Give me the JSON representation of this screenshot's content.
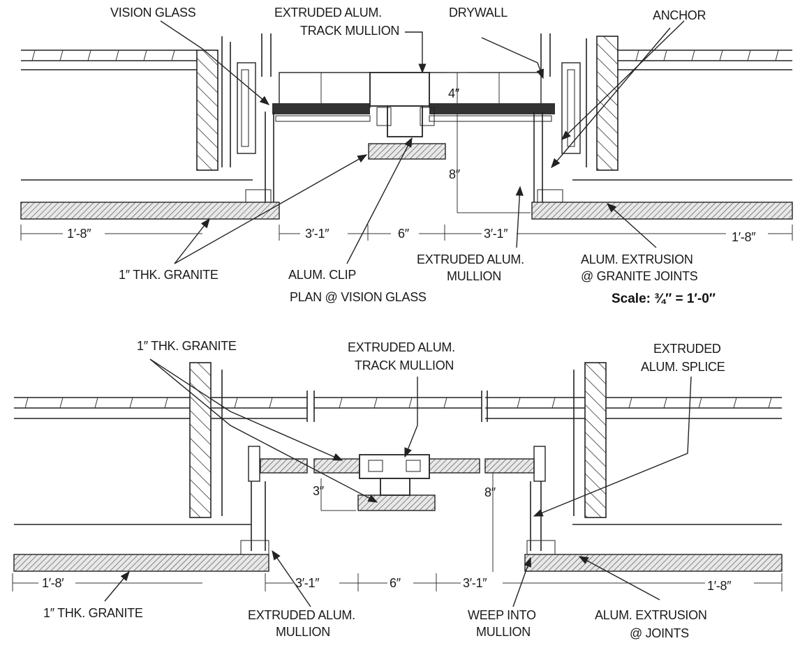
{
  "top": {
    "labels": {
      "vision_glass": "VISION GLASS",
      "track_mullion_1": "EXTRUDED ALUM.",
      "track_mullion_2": "TRACK MULLION",
      "drywall": "DRYWALL",
      "anchor": "ANCHOR",
      "granite": "1″ THK. GRANITE",
      "clip": "ALUM. CLIP",
      "mullion_1": "EXTRUDED ALUM.",
      "mullion_2": "MULLION",
      "extrusion_1": "ALUM. EXTRUSION",
      "extrusion_2": "@ GRANITE JOINTS",
      "title": "PLAN @ VISION GLASS",
      "scale": "Scale:  ¾″ = 1′-0″"
    },
    "dims": {
      "left": "1′-8″",
      "mid_left": "3′-1″",
      "center": "6″",
      "mid_right": "3′-1″",
      "right": "1′-8″",
      "depth_a": "4″",
      "depth_b": "8″"
    }
  },
  "bottom": {
    "labels": {
      "granite_top": "1″ THK. GRANITE",
      "track_mullion_1": "EXTRUDED ALUM.",
      "track_mullion_2": "TRACK MULLION",
      "splice_1": "EXTRUDED",
      "splice_2": "ALUM. SPLICE",
      "granite_bottom": "1″ THK. GRANITE",
      "mullion_1": "EXTRUDED ALUM.",
      "mullion_2": "MULLION",
      "weep_1": "WEEP INTO",
      "weep_2": "MULLION",
      "extrusion_1": "ALUM. EXTRUSION",
      "extrusion_2": "@ JOINTS"
    },
    "dims": {
      "left": "1′-8′",
      "mid_left": "3′-1″",
      "center": "6″",
      "mid_right": "3′-1″",
      "right": "1′-8″",
      "depth_a": "3″",
      "depth_b": "8″"
    }
  }
}
